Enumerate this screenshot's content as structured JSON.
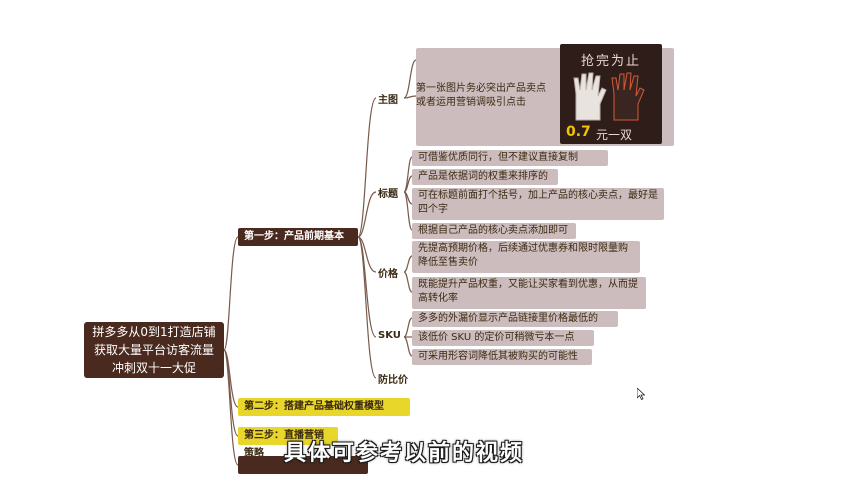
{
  "root": {
    "lines": [
      "拼多多从0到1打造店铺",
      "获取大量平台访客流量",
      "冲刺双十一大促"
    ]
  },
  "steps": [
    {
      "label": "第一步：产品前期基本功"
    },
    {
      "label": "第二步：搭建产品基础权重模型"
    },
    {
      "label": "第三步：直播营销策略"
    },
    {
      "label": ""
    }
  ],
  "categories": {
    "main_image": "主图",
    "title": "标题",
    "price": "价格",
    "sku": "SKU",
    "anti_price": "防比价"
  },
  "leaves": {
    "main_image": "第一张图片务必突出产品卖点\n或者运用营销调吸引点击",
    "title": [
      "可借鉴优质同行，但不建议直接复制",
      "产品是依据词的权重来排序的",
      "可在标题前面打个括号，加上产品的核心卖点，最好是四个字",
      "根据自己产品的核心卖点添加即可"
    ],
    "price": [
      "先提高预期价格，后续通过优惠券和限时限量购降低至售卖价",
      "既能提升产品权重，又能让买家看到优惠，从而提高转化率"
    ],
    "sku": [
      "多多的外漏价显示产品链接里价格最低的",
      "该低价 SKU 的定价可稍微亏本一点",
      "可采用形容词降低其被购买的可能性"
    ]
  },
  "promo": {
    "title": "抢完为止",
    "price": "0.7",
    "unit": "元一双"
  },
  "subtitle": "具体可参考以前的视频",
  "colors": {
    "dark_node": "#4a2a1e",
    "yellow_node": "#e9d62a",
    "leaf_bg": "#cdbcbd",
    "link": "#7a5a4a"
  }
}
